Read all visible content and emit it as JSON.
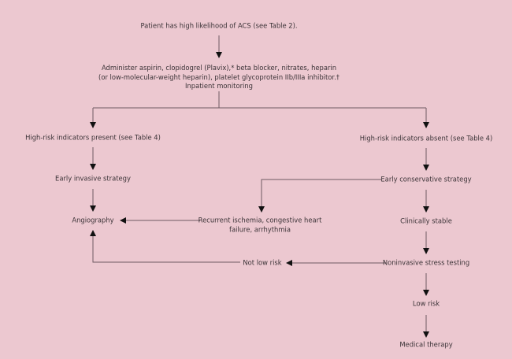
{
  "diagram": {
    "type": "flowchart",
    "background_color": "#ecc8d0",
    "text_color": "#3b3337",
    "nodes": {
      "start": {
        "lines": [
          "Patient has high likelihood of ACS (see Table 2)."
        ]
      },
      "treatment": {
        "lines": [
          "Administer aspirin, clopidogrel (Plavix),* beta blocker, nitrates, heparin",
          "(or low-molecular-weight heparin), platelet glycoprotein IIb/IIIa inhibitor.†",
          "Inpatient monitoring"
        ]
      },
      "high_risk_present": {
        "lines": [
          "High-risk indicators present (see Table 4)"
        ]
      },
      "high_risk_absent": {
        "lines": [
          "High-risk indicators absent (see Table 4)"
        ]
      },
      "early_invasive": {
        "lines": [
          "Early invasive strategy"
        ]
      },
      "early_conservative": {
        "lines": [
          "Early conservative strategy"
        ]
      },
      "angiography": {
        "lines": [
          "Angiography"
        ]
      },
      "recurrent": {
        "lines": [
          "Recurrent ischemia, congestive heart",
          "failure, arrhythmia"
        ]
      },
      "clinically_stable": {
        "lines": [
          "Clinically stable"
        ]
      },
      "noninvasive": {
        "lines": [
          "Noninvasive stress testing"
        ]
      },
      "not_low_risk": {
        "lines": [
          "Not low risk"
        ]
      },
      "low_risk": {
        "lines": [
          "Low risk"
        ]
      },
      "medical_therapy": {
        "lines": [
          "Medical therapy"
        ]
      }
    },
    "edges": [
      {
        "from": "start",
        "to": "treatment"
      },
      {
        "from": "treatment",
        "to": "high_risk_present"
      },
      {
        "from": "treatment",
        "to": "high_risk_absent"
      },
      {
        "from": "high_risk_present",
        "to": "early_invasive"
      },
      {
        "from": "early_invasive",
        "to": "angiography"
      },
      {
        "from": "high_risk_absent",
        "to": "early_conservative"
      },
      {
        "from": "early_conservative",
        "to": "recurrent"
      },
      {
        "from": "recurrent",
        "to": "angiography"
      },
      {
        "from": "early_conservative",
        "to": "clinically_stable"
      },
      {
        "from": "clinically_stable",
        "to": "noninvasive"
      },
      {
        "from": "noninvasive",
        "to": "not_low_risk"
      },
      {
        "from": "not_low_risk",
        "to": "angiography"
      },
      {
        "from": "noninvasive",
        "to": "low_risk"
      },
      {
        "from": "low_risk",
        "to": "medical_therapy"
      }
    ]
  }
}
